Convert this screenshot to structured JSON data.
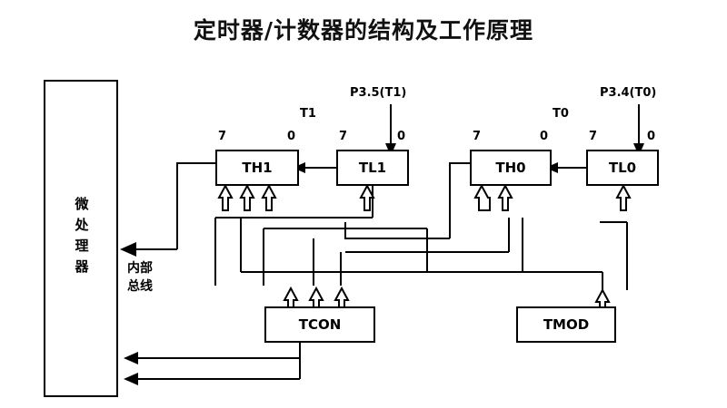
{
  "title": "定时器/计数器的结构及工作原理",
  "blocks": {
    "cpu": {
      "label": "微处理器"
    },
    "th1": {
      "label": "TH1",
      "bit_high": "7",
      "bit_low": "0"
    },
    "tl1": {
      "label": "TL1",
      "bit_high": "7",
      "bit_low": "0"
    },
    "th0": {
      "label": "TH0",
      "bit_high": "7",
      "bit_low": "0"
    },
    "tl0": {
      "label": "TL0",
      "bit_high": "7",
      "bit_low": "0"
    },
    "tcon": {
      "label": "TCON"
    },
    "tmod": {
      "label": "TMOD"
    }
  },
  "labels": {
    "t1": "T1",
    "t0": "T0",
    "p35": "P3.5(T1)",
    "p34": "P3.4(T0)",
    "internal_bus": "内部\n总线",
    "internal_bus_line1": "内部",
    "internal_bus_line2": "总线"
  },
  "colors": {
    "stroke": "#000000",
    "background": "#ffffff",
    "text": "#111111"
  }
}
